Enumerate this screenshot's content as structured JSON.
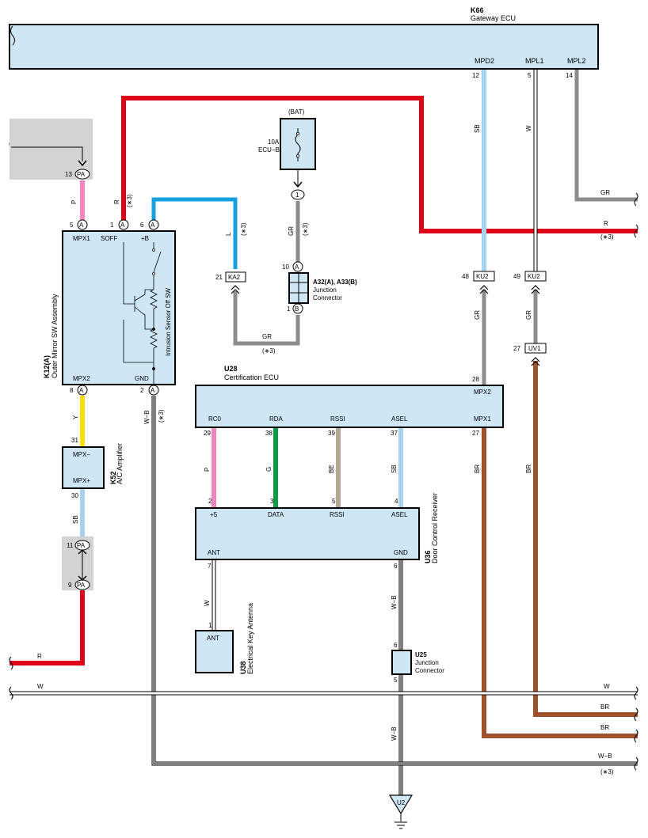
{
  "colors": {
    "component_fill": "#cfe6f5",
    "red": "#e10019",
    "blue": "#16a0e0",
    "light_blue": "#a6d3f0",
    "gray": "#8c8c8c",
    "pink": "#f285bd",
    "yellow": "#ffe000",
    "green": "#0a9c4a",
    "beige": "#b5a596",
    "brown": "#a0522d"
  },
  "components": {
    "k66": {
      "code": "K66",
      "name": "Gateway ECU",
      "pins": {
        "mpd2": "MPD2",
        "mpl1": "MPL1",
        "mpl2": "MPL2"
      },
      "pin_numbers": {
        "mpd2": "12",
        "mpl1": "5",
        "mpl2": "14"
      }
    },
    "k12": {
      "code": "K12(A)",
      "name": "Outer Mirror SW Assembly",
      "internal": "Intrusion Sensor Off SW",
      "pins": {
        "mpx1": "MPX1",
        "soff": "SOFF",
        "plus_b": "+B",
        "mpx2": "MPX2",
        "gnd": "GND"
      },
      "pin_numbers": {
        "mpx1": "5",
        "soff": "1",
        "plus_b": "6",
        "mpx2": "8",
        "gnd": "2"
      },
      "connector": "A"
    },
    "k52": {
      "code": "K52",
      "name": "A/C Amplifier",
      "pins": {
        "mpx_minus": "MPX−",
        "mpx_plus": "MPX+"
      },
      "pin_numbers": {
        "mpx_minus": "31",
        "mpx_plus": "30"
      }
    },
    "fuse": {
      "source": "(BAT)",
      "rating": "10A",
      "name": "ECU−B",
      "pin": "1"
    },
    "junction_a32": {
      "code": "A32(A), A33(B)",
      "name_line1": "Junction",
      "name_line2": "Connector",
      "pin_top": "10",
      "label_top": "A",
      "pin_bottom": "1",
      "label_bottom": "B"
    },
    "u28": {
      "code": "U28",
      "name": "Certification ECU",
      "pins": {
        "mpx2": "MPX2",
        "mpx1": "MPX1",
        "rc0": "RC0",
        "rda": "RDA",
        "rssi": "RSSI",
        "asel": "ASEL"
      },
      "pin_numbers": {
        "mpx2": "28",
        "mpx1": "27",
        "rc0": "29",
        "rda": "38",
        "rssi": "39",
        "asel": "37"
      }
    },
    "u36": {
      "code": "U36",
      "name": "Door Control Receiver",
      "pins": {
        "plus5": "+5",
        "data": "DATA",
        "rssi": "RSSI",
        "asel": "ASEL",
        "ant": "ANT",
        "gnd": "GND"
      },
      "pin_numbers": {
        "plus5": "2",
        "data": "3",
        "rssi": "5",
        "asel": "4",
        "ant": "7",
        "gnd": "6"
      }
    },
    "u38": {
      "code": "U38",
      "name": "Electrical Key Antenna",
      "pin": "ANT",
      "pin_number": "1"
    },
    "u25": {
      "code": "U25",
      "name_line1": "Junction",
      "name_line2": "Connector",
      "pin_top": "6",
      "pin_bottom": "5"
    },
    "ground": {
      "code": "U2"
    }
  },
  "connectors": {
    "pa_top": {
      "name": "PA",
      "pin": "13"
    },
    "pa_mid": {
      "name": "PA",
      "pin": "11"
    },
    "pa_bot": {
      "name": "PA",
      "pin": "9"
    },
    "ka2": {
      "name": "KA2",
      "pin": "21"
    },
    "ku2_a": {
      "name": "KU2",
      "pin": "48"
    },
    "ku2_b": {
      "name": "KU2",
      "pin": "49"
    },
    "uv1": {
      "name": "UV1",
      "pin": "27"
    }
  },
  "wires": {
    "p": "P",
    "r": "R",
    "l": "L",
    "gr": "GR",
    "sb": "SB",
    "w": "W",
    "y": "Y",
    "wb": "W−B",
    "g": "G",
    "be": "BE",
    "br": "BR",
    "note": "(∗3)"
  }
}
